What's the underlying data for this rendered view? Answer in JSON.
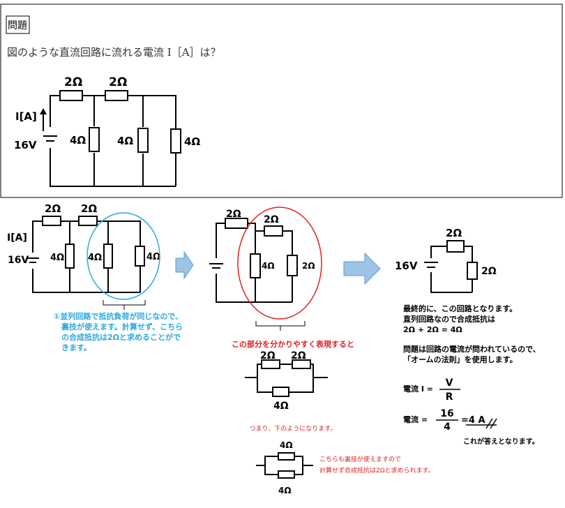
{
  "problem": {
    "tag": "問題",
    "question": "図のような直流回路に流れる電流 I［A］は？"
  },
  "circuit_labels": {
    "r_2ohm": "2Ω",
    "r_4ohm": "4Ω",
    "current": "I[A]",
    "voltage": "16V"
  },
  "step1": {
    "note_lines": [
      "①並列回路で抵抗負荷が同じなので、",
      "裏技が使えます。計算せず、こちら",
      "の合成抵抗は2Ωと求めることがで",
      "きます。"
    ]
  },
  "step2": {
    "caption": "この部分を分かりやすく表現すると",
    "caption2": "つまり、下のようになります。",
    "note_lines": [
      "こちらも裏技が使えますので",
      "計算せず合成抵抗は2Ωと求められます。"
    ]
  },
  "step3": {
    "lines": [
      "最終的に、この回路となります。",
      "直列回路なので合成抵抗は",
      "2Ω + 2Ω = 4Ω",
      "",
      "問題は回路の電流が問われているので、",
      "「オームの法則」を使用します。"
    ],
    "formula1_label": "電流 I =",
    "formula1_num": "V",
    "formula1_den": "R",
    "formula2_label": "電流 =",
    "formula2_num": "16",
    "formula2_den": "4",
    "formula2_result": "=4 A",
    "answer_note": "これが答えとなります。"
  },
  "colors": {
    "blue_note": "#29a8e0",
    "red_note": "#e02020",
    "arrow_fill": "#9dc3e6",
    "arrow_stroke": "#5b9bd5"
  }
}
